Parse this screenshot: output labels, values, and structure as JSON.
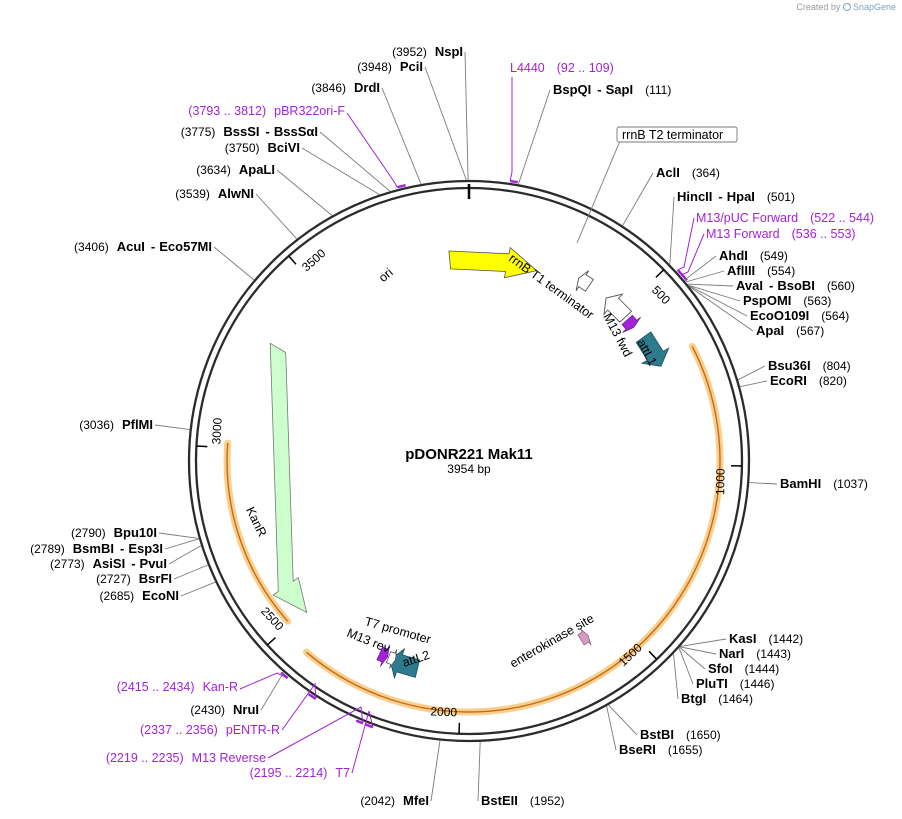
{
  "credit": {
    "prefix": "Created by",
    "brand": "SnapGene"
  },
  "plasmid": {
    "name": "pDONR221 Mak11",
    "length": 3954,
    "size_label": "3954 bp"
  },
  "ticks": [
    {
      "bp": 500,
      "label": "500"
    },
    {
      "bp": 1000,
      "label": "1000"
    },
    {
      "bp": 1500,
      "label": "1500"
    },
    {
      "bp": 2000,
      "label": "2000"
    },
    {
      "bp": 2500,
      "label": "2500"
    },
    {
      "bp": 3000,
      "label": "3000"
    },
    {
      "bp": 3500,
      "label": "3500"
    }
  ],
  "sites": [
    {
      "bp": 3952,
      "pos": "(3952)",
      "name": "NspI"
    },
    {
      "bp": 3948,
      "pos": "(3948)",
      "name": "PciI"
    },
    {
      "bp": 3846,
      "pos": "(3846)",
      "name": "DrdI"
    },
    {
      "bp": 3775,
      "pos": "(3775)",
      "name": "BssSI",
      "alt": "BssSαI"
    },
    {
      "bp": 3750,
      "pos": "(3750)",
      "name": "BciVI"
    },
    {
      "bp": 3634,
      "pos": "(3634)",
      "name": "ApaLI"
    },
    {
      "bp": 3539,
      "pos": "(3539)",
      "name": "AlwNI"
    },
    {
      "bp": 3406,
      "pos": "(3406)",
      "name": "AcuI",
      "alt": "Eco57MI"
    },
    {
      "bp": 3036,
      "pos": "(3036)",
      "name": "PflMI"
    },
    {
      "bp": 2790,
      "pos": "(2790)",
      "name": "Bpu10I"
    },
    {
      "bp": 2789,
      "pos": "(2789)",
      "name": "BsmBI",
      "alt": "Esp3I"
    },
    {
      "bp": 2773,
      "pos": "(2773)",
      "name": "AsiSI",
      "alt": "PvuI"
    },
    {
      "bp": 2727,
      "pos": "(2727)",
      "name": "BsrFI"
    },
    {
      "bp": 2685,
      "pos": "(2685)",
      "name": "EcoNI"
    },
    {
      "bp": 2430,
      "pos": "(2430)",
      "name": "NruI"
    },
    {
      "bp": 2042,
      "pos": "(2042)",
      "name": "MfeI"
    },
    {
      "bp": 1952,
      "pos": "(1952)",
      "name": "BstEII"
    },
    {
      "bp": 1655,
      "pos": "(1655)",
      "name": "BseRI"
    },
    {
      "bp": 1650,
      "pos": "(1650)",
      "name": "BstBI"
    },
    {
      "bp": 1464,
      "pos": "(1464)",
      "name": "BtgI"
    },
    {
      "bp": 1446,
      "pos": "(1446)",
      "name": "PluTI"
    },
    {
      "bp": 1444,
      "pos": "(1444)",
      "name": "SfoI"
    },
    {
      "bp": 1443,
      "pos": "(1443)",
      "name": "NarI"
    },
    {
      "bp": 1442,
      "pos": "(1442)",
      "name": "KasI"
    },
    {
      "bp": 1037,
      "pos": "(1037)",
      "name": "BamHI"
    },
    {
      "bp": 820,
      "pos": "(820)",
      "name": "EcoRI"
    },
    {
      "bp": 804,
      "pos": "(804)",
      "name": "Bsu36I"
    },
    {
      "bp": 567,
      "pos": "(567)",
      "name": "ApaI"
    },
    {
      "bp": 564,
      "pos": "(564)",
      "name": "EcoO109I"
    },
    {
      "bp": 563,
      "pos": "(563)",
      "name": "PspOMI"
    },
    {
      "bp": 560,
      "pos": "(560)",
      "name": "AvaI",
      "alt": "BsoBI"
    },
    {
      "bp": 554,
      "pos": "(554)",
      "name": "AflIII"
    },
    {
      "bp": 549,
      "pos": "(549)",
      "name": "AhdI"
    },
    {
      "bp": 501,
      "pos": "(501)",
      "name": "HincII",
      "alt": "HpaI"
    },
    {
      "bp": 364,
      "pos": "(364)",
      "name": "AclI"
    },
    {
      "bp": 111,
      "pos": "(111)",
      "name": "BspQI",
      "alt": "SapI"
    }
  ],
  "primers": [
    {
      "start": 92,
      "end": 109,
      "name": "L4440",
      "range": "(92 .. 109)"
    },
    {
      "start": 3793,
      "end": 3812,
      "name": "pBR322ori-F",
      "range": "(3793 .. 3812)"
    },
    {
      "start": 522,
      "end": 544,
      "name": "M13/pUC Forward",
      "range": "(522 .. 544)"
    },
    {
      "start": 536,
      "end": 553,
      "name": "M13 Forward",
      "range": "(536 .. 553)"
    },
    {
      "start": 2415,
      "end": 2434,
      "name": "Kan-R",
      "range": "(2415 .. 2434)"
    },
    {
      "start": 2337,
      "end": 2356,
      "name": "pENTR-R",
      "range": "(2337 .. 2356)"
    },
    {
      "start": 2219,
      "end": 2235,
      "name": "M13 Reverse",
      "range": "(2219 .. 2235)"
    },
    {
      "start": 2195,
      "end": 2214,
      "name": "T7",
      "range": "(2195 .. 2214)"
    }
  ],
  "features": [
    {
      "name": "rrnB T2 terminator",
      "start": 345,
      "end": 372
    },
    {
      "name": "rrnB T1 terminator",
      "start": 430,
      "end": 516
    },
    {
      "name": "M13 fwd",
      "start": 536,
      "end": 552
    },
    {
      "name": "attL1",
      "start": 581,
      "end": 680
    },
    {
      "name": "enterokinase site",
      "start": 1607,
      "end": 1621
    },
    {
      "name": "attL2",
      "start": 2130,
      "end": 2229
    },
    {
      "name": "T7 promoter",
      "start": 2196,
      "end": 2214
    },
    {
      "name": "M13 rev",
      "start": 2219,
      "end": 2235
    },
    {
      "name": "KanR",
      "start": 2493,
      "end": 3302
    },
    {
      "name": "ori",
      "start": 3399,
      "end": 3987
    }
  ],
  "colors": {
    "backbone": "#2b2b2b",
    "ori": "#ffff00",
    "kanR": "#ccffcc",
    "att": "#2e7b8e",
    "primer": "#a223d8",
    "highlight": "#f2a92b"
  }
}
